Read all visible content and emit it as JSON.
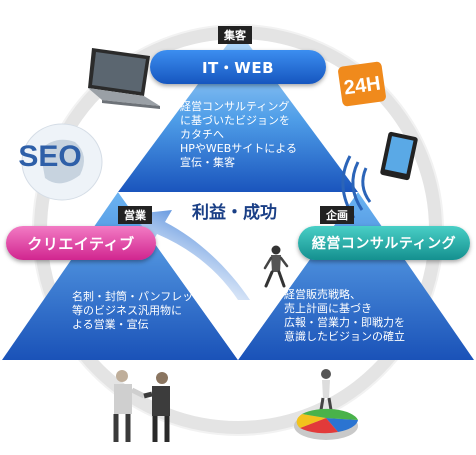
{
  "top": {
    "tag": "集客",
    "pill": "IT・WEB",
    "text": "経営コンサルティング\nに基づいたビジョンを\nカタチへ\nHPやWEBサイトによる\n宣伝・集客"
  },
  "left": {
    "tag": "営業",
    "pill": "クリエイティブ",
    "text": "名刺・封筒・パンフレット\n等のビジネス汎用物に\nよる営業・宣伝"
  },
  "right": {
    "tag": "企画",
    "pill": "経営コンサルティング",
    "text": "経営販売戦略、\n売上計画に基づき\n広報・営業力・即戦力を\n意識したビジョンの確立"
  },
  "center_label": "利益・成功",
  "icons": {
    "seo": "SEO",
    "badge_24h": "24H"
  },
  "colors": {
    "tri_dark": "#1d62c9",
    "tri_light": "#58a8f0",
    "pill_blue": "#1e6fd6",
    "pill_pink": "#e23aa0",
    "pill_teal": "#1aa8a6",
    "ring": "#e3e3e3"
  }
}
